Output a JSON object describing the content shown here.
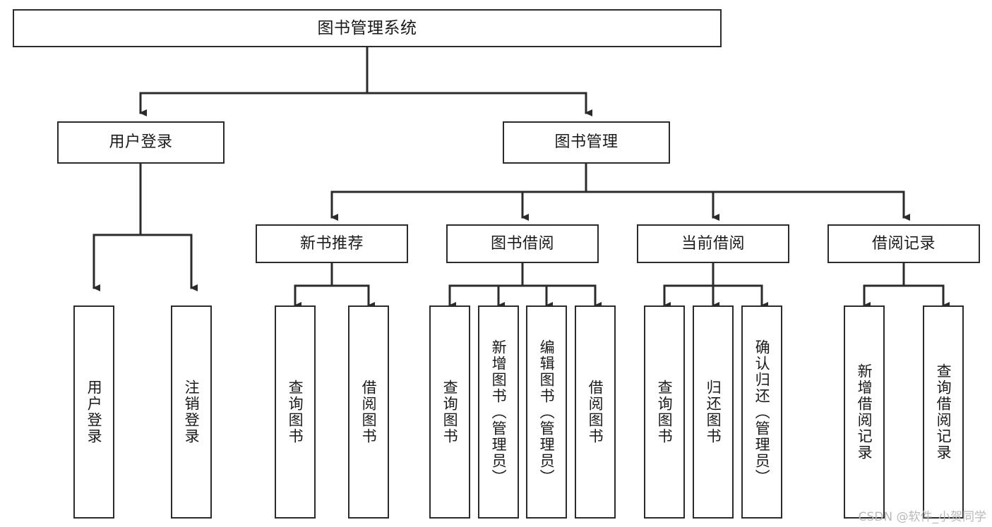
{
  "diagram": {
    "title": "图书管理系统",
    "type": "tree-hierarchy-chart",
    "watermark": "CSDN @软件_小贺同学",
    "colors": {
      "box_border": "#2b2b2b",
      "box_fill": "#ffffff",
      "connector": "#2b2b2b",
      "text": "#1a1a1a",
      "watermark": "#b9b9b9"
    },
    "nodes": {
      "root": {
        "label": "图书管理系统"
      },
      "level2": [
        {
          "label": "用户登录"
        },
        {
          "label": "图书管理"
        }
      ],
      "level3": [
        {
          "label": "新书推荐"
        },
        {
          "label": "图书借阅"
        },
        {
          "label": "当前借阅"
        },
        {
          "label": "借阅记录"
        }
      ],
      "leaves_user_login": [
        {
          "label": "用户登录"
        },
        {
          "label": "注销登录"
        }
      ],
      "leaves_new_book": [
        {
          "label": "查询图书"
        },
        {
          "label": "借阅图书"
        }
      ],
      "leaves_borrow": [
        {
          "label": "查询图书"
        },
        {
          "label": "新增图书（管理员）"
        },
        {
          "label": "编辑图书（管理员）"
        },
        {
          "label": "借阅图书"
        }
      ],
      "leaves_current": [
        {
          "label": "查询图书"
        },
        {
          "label": "归还图书"
        },
        {
          "label": "确认归还（管理员）"
        }
      ],
      "leaves_records": [
        {
          "label": "新增借阅记录"
        },
        {
          "label": "查询借阅记录"
        }
      ]
    }
  }
}
